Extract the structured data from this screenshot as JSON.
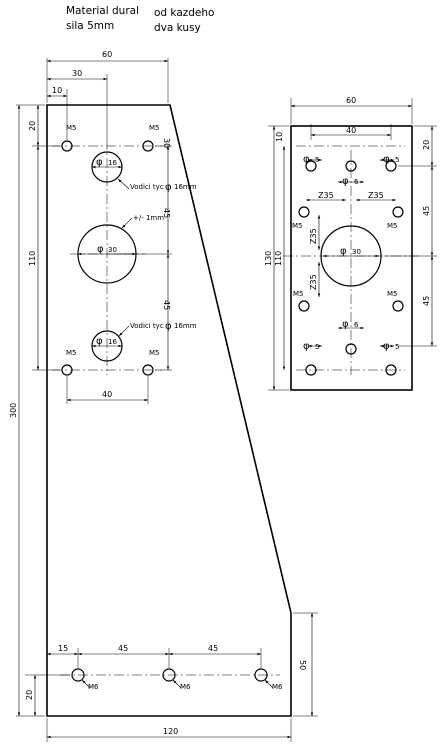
{
  "notes": {
    "material_line1": "Material dural",
    "material_line2": "sila 5mm",
    "quantity_line1": "od kazdeho",
    "quantity_line2": "dva kusy"
  },
  "left_part": {
    "dims": {
      "top_60": "60",
      "top_30": "30",
      "top_10": "10",
      "left_20": "20",
      "left_110": "110",
      "left_300": "300",
      "right_30": "30",
      "right_45a": "45",
      "right_45b": "45",
      "bottom_40": "40",
      "bottom_120": "120",
      "holes_15": "15",
      "holes_45a": "45",
      "holes_45b": "45",
      "bottom_20": "20",
      "right_50": "50"
    },
    "labels": {
      "m5_tl": "M5",
      "m5_tr": "M5",
      "m5_bl": "M5",
      "m5_br": "M5",
      "d16_top": "16",
      "d30": "30",
      "d16_bottom": "16",
      "rod_top": "Vodici tyc",
      "rod_top_size": "16mm",
      "rod_bottom": "Vodici tyc",
      "rod_bottom_size": "16mm",
      "tolerance": "+/- 1mm",
      "m6_1": "M6",
      "m6_2": "M6",
      "m6_3": "M6"
    }
  },
  "right_part": {
    "dims": {
      "top_60": "60",
      "top_40": "40",
      "left_10": "10",
      "left_130": "130",
      "left_110": "110",
      "right_20": "20",
      "right_45a": "45",
      "right_45b": "45",
      "z35_l": "Z35",
      "z35_r": "Z35",
      "z35_vt": "Z35",
      "z35_vb": "Z35"
    },
    "labels": {
      "d5_tl": "5",
      "d5_tr": "5",
      "d6_top": "6",
      "m5_ml": "M5",
      "m5_mr": "M5",
      "d30": "30",
      "m5_ll": "M5",
      "m5_lr": "M5",
      "d6_bottom": "6",
      "d5_bl": "5",
      "d5_br": "5"
    }
  }
}
